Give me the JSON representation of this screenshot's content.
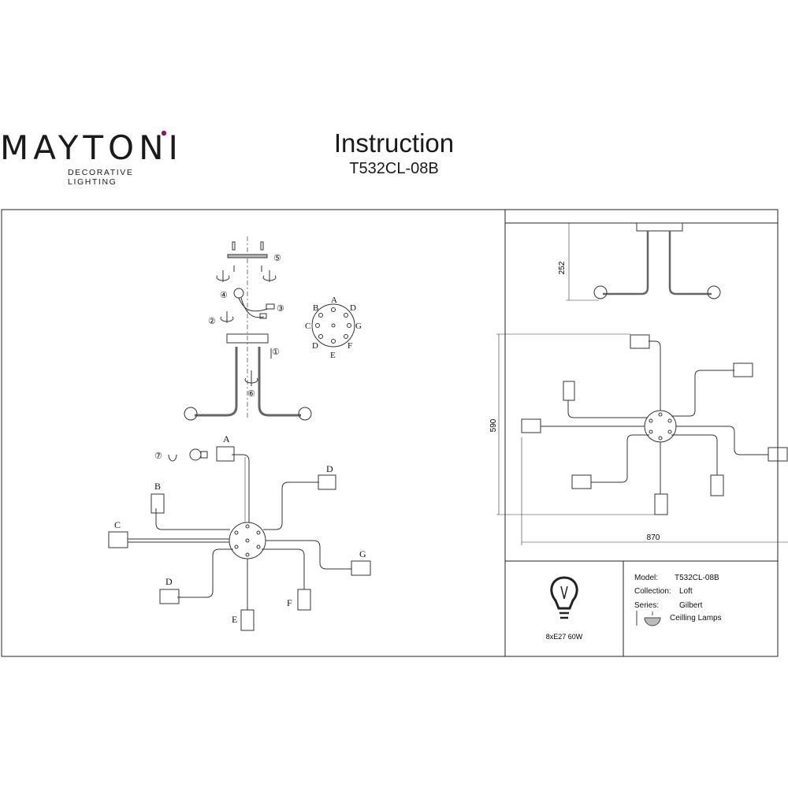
{
  "brand": {
    "name": "MAYTONI",
    "tagline": "DECORATIVE LIGHTING",
    "accent_color": "#7a1f6b"
  },
  "header": {
    "title": "Instruction",
    "model_code": "T532CL-08B"
  },
  "assembly": {
    "steps": [
      "①",
      "②",
      "③",
      "④",
      "⑤",
      "⑥",
      "⑦"
    ],
    "socket_labels_rosette": [
      "A",
      "B",
      "C",
      "D",
      "E",
      "F",
      "G",
      "D"
    ],
    "socket_labels_layout": [
      "A",
      "B",
      "C",
      "D",
      "E",
      "F",
      "G",
      "D"
    ]
  },
  "dimensions": {
    "height": "252",
    "depth": "590",
    "width": "870"
  },
  "spec": {
    "bulb": "8xE27 60W",
    "model_label": "Model:",
    "model_value": "T532CL-08B",
    "collection_label": "Collection:",
    "collection_value": "Loft",
    "series_label": "Series:",
    "series_value": "Gilbert",
    "type_value": "Ceilling Lamps"
  }
}
